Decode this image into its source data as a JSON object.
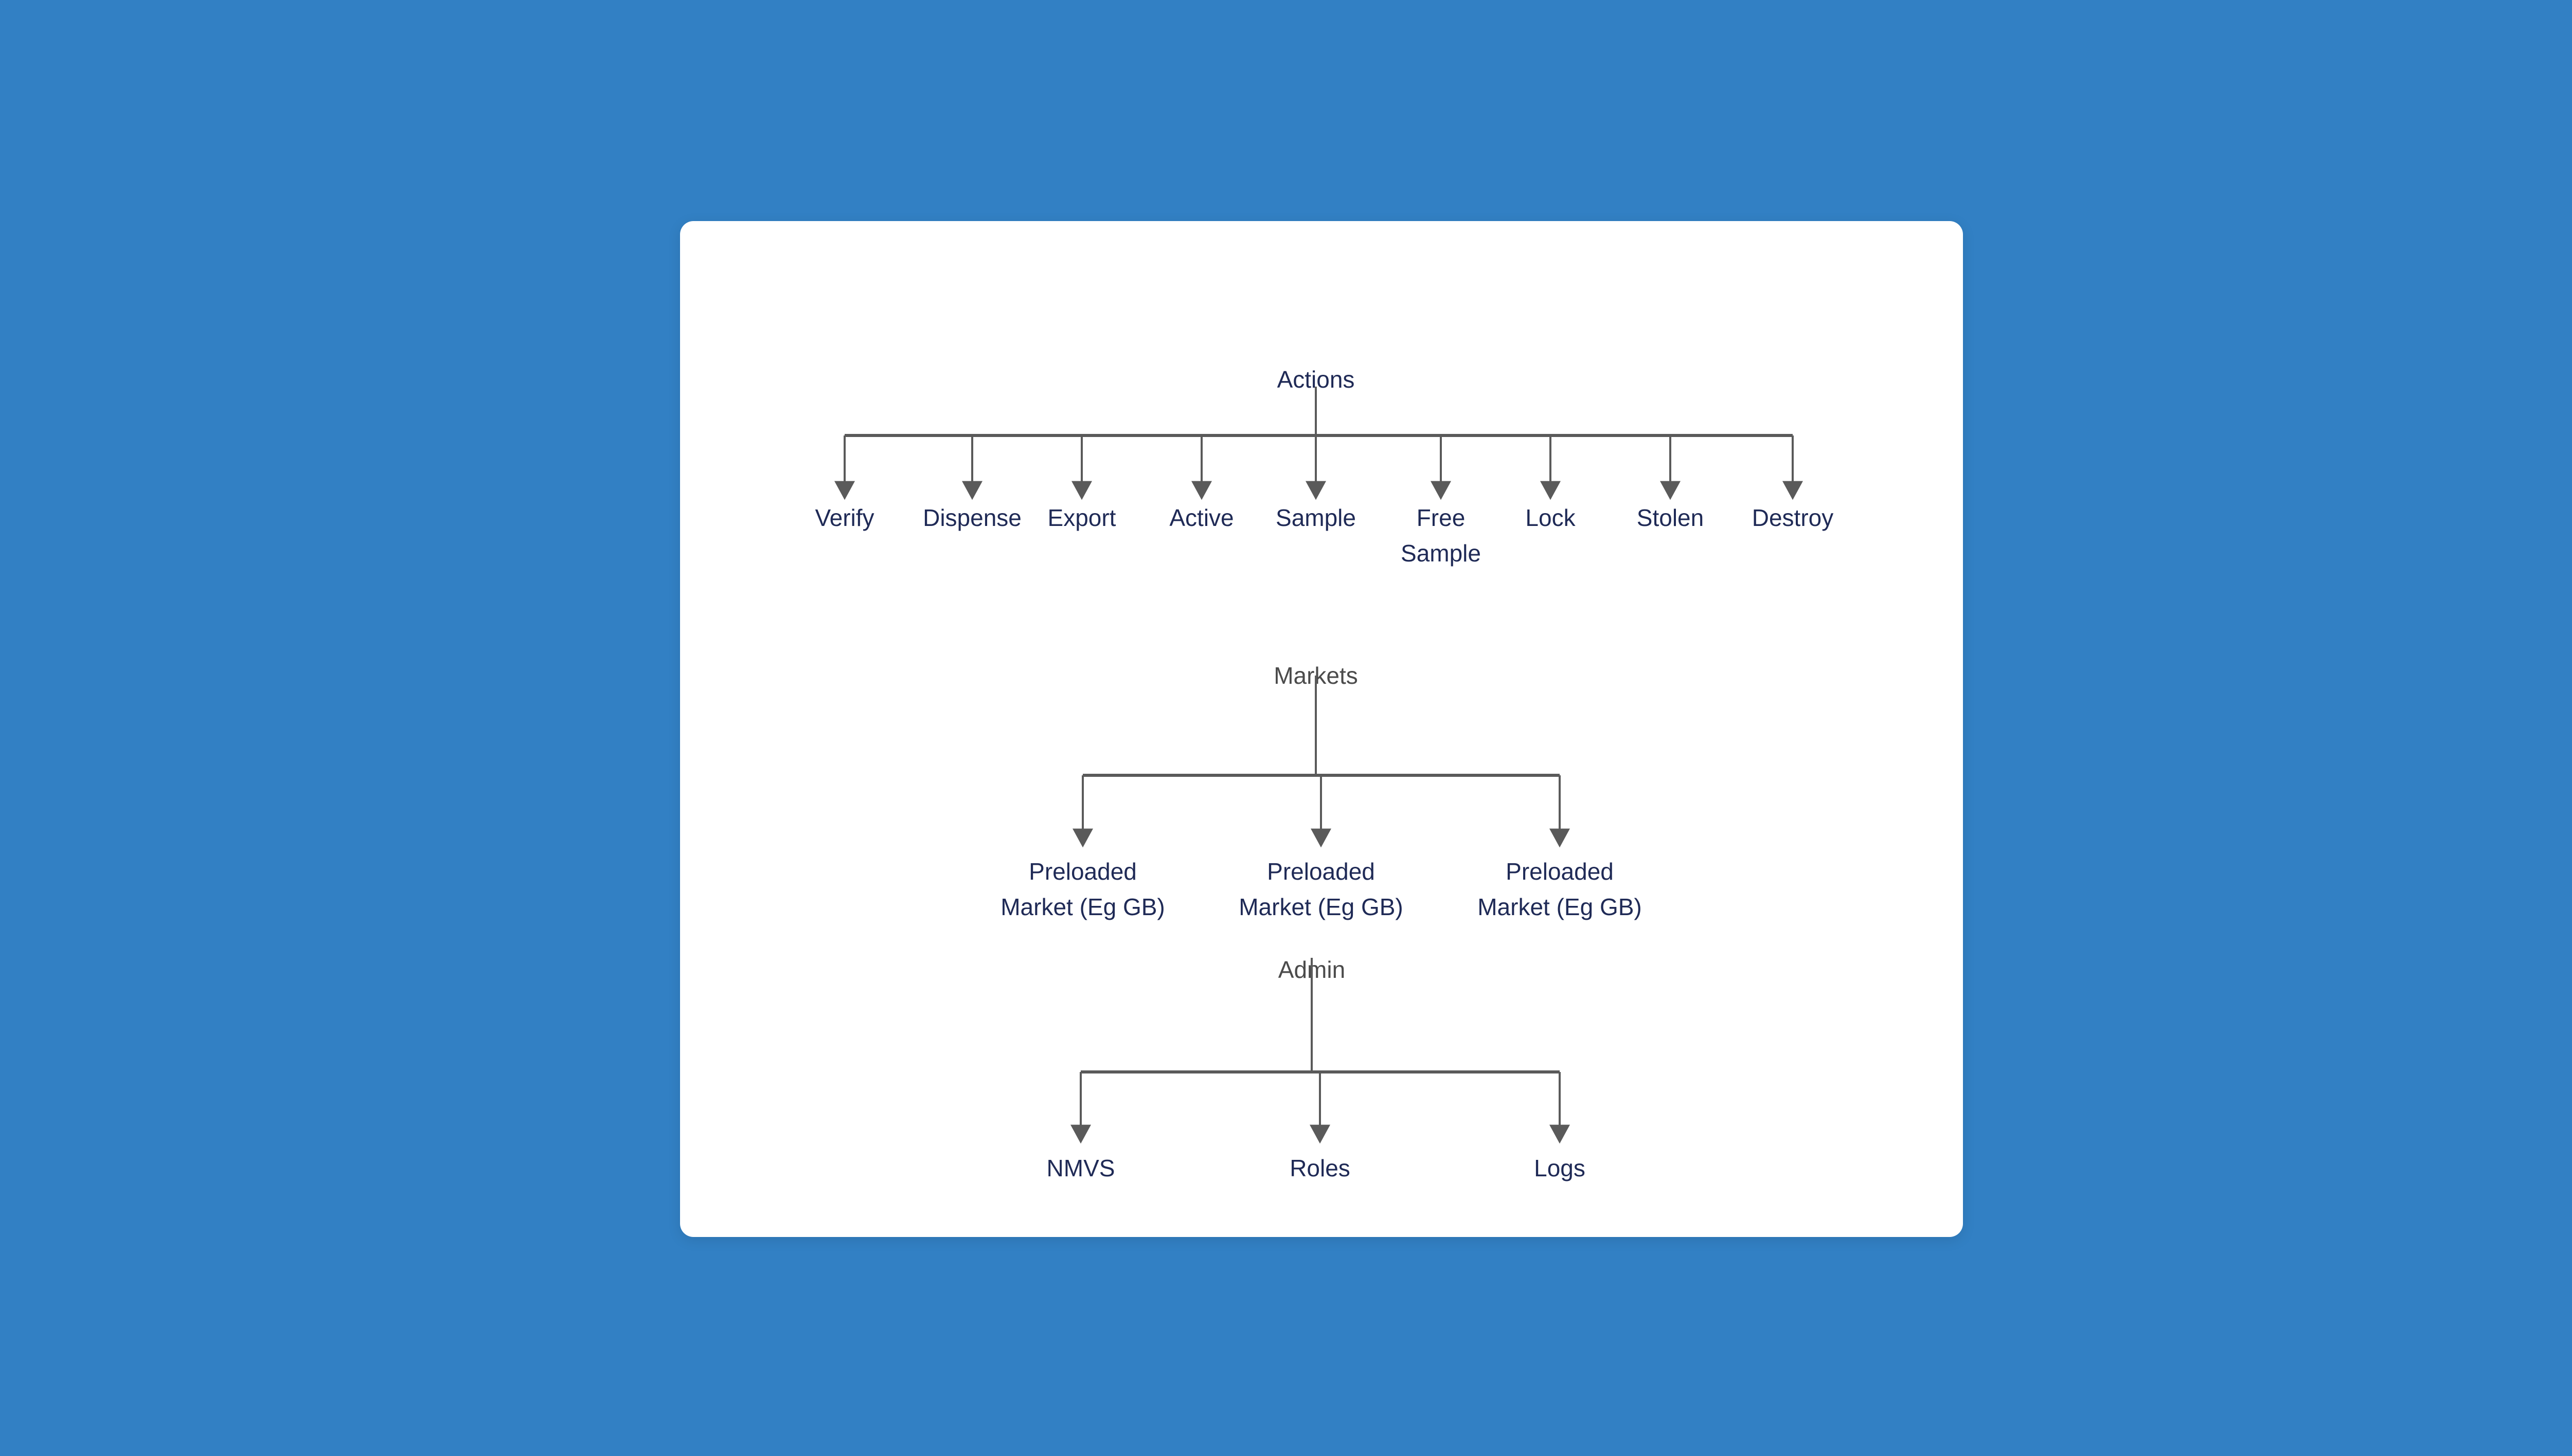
{
  "page": {
    "background_color": "#3280C4",
    "card_background": "#FFFFFF",
    "edge_color": "#5A5A5A",
    "node_text_color": "#1F2A56",
    "root_gray_color": "#4B4B4B"
  },
  "chart_data": {
    "type": "diagram",
    "title": "",
    "subtitle": "",
    "orientation": "top-down-tree",
    "trees": [
      {
        "id": "actions",
        "root": "Actions",
        "root_color": "#1F2A56",
        "children": [
          "Verify",
          "Dispense",
          "Export",
          "Active",
          "Sample",
          "Free Sample",
          "Lock",
          "Stolen",
          "Destroy"
        ]
      },
      {
        "id": "markets",
        "root": "Markets",
        "root_color": "#4B4B4B",
        "children": [
          "Preloaded Market (Eg GB)",
          "Preloaded Market (Eg GB)",
          "Preloaded Market (Eg GB)"
        ]
      },
      {
        "id": "admin",
        "root": "Admin",
        "root_color": "#4B4B4B",
        "children": [
          "NMVS",
          "Roles",
          "Logs"
        ]
      }
    ]
  },
  "diagram": {
    "actions": {
      "root": "Actions",
      "n0_line1": "Verify",
      "n1_line1": "Dispense",
      "n2_line1": "Export",
      "n3_line1": "Active",
      "n4_line1": "Sample",
      "n5_line1": "Free",
      "n5_line2": "Sample",
      "n6_line1": "Lock",
      "n7_line1": "Stolen",
      "n8_line1": "Destroy"
    },
    "markets": {
      "root": "Markets",
      "m0_line1": "Preloaded",
      "m0_line2": "Market (Eg GB)",
      "m1_line1": "Preloaded",
      "m1_line2": "Market (Eg GB)",
      "m2_line1": "Preloaded",
      "m2_line2": "Market (Eg GB)"
    },
    "admin": {
      "root": "Admin",
      "a0_line1": "NMVS",
      "a1_line1": "Roles",
      "a2_line1": "Logs"
    }
  }
}
